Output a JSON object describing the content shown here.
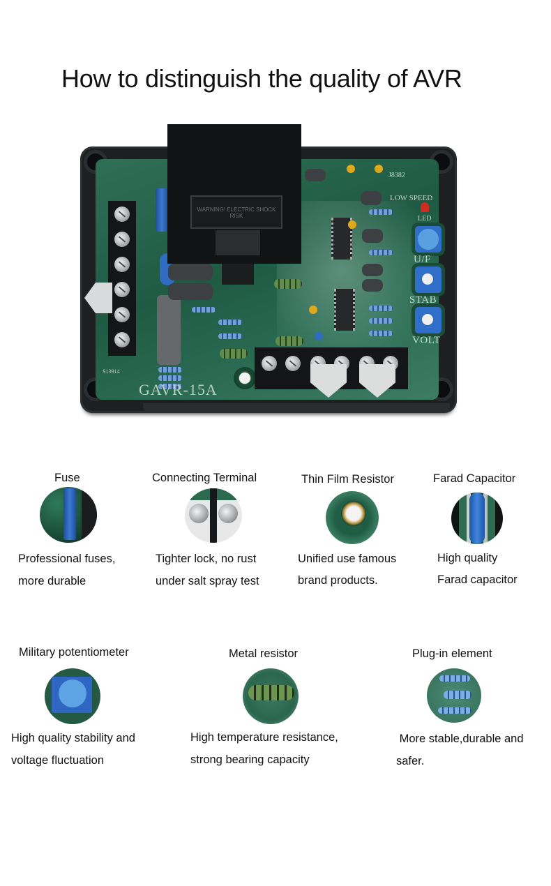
{
  "page": {
    "title": "How to distinguish the quality of AVR"
  },
  "product": {
    "model_label": "GAVR-15A",
    "warning_label": "WARNING! ELECTRIC SHOCK RISK",
    "silkscreen": {
      "low_speed": "LOW SPEED",
      "led": "LED",
      "uf": "U/F",
      "stab": "STAB",
      "volt": "VOLT",
      "board_code": "J8382",
      "serial": "S13914"
    },
    "colors": {
      "pcb_green": "#2a6a52",
      "case_black": "#1d1f20",
      "potentiometer_blue": "#2f6ec9",
      "led_red": "#d12a1f"
    }
  },
  "features_row1": [
    {
      "title": "Fuse",
      "icon": "fuse-icon",
      "desc_line1": "Professional fuses,",
      "desc_line2": "more durable"
    },
    {
      "title": "Connecting Terminal",
      "icon": "terminal-icon",
      "desc_line1": "Tighter lock, no rust",
      "desc_line2": "under salt spray test"
    },
    {
      "title": "Thin Film Resistor",
      "icon": "thin-film-resistor-icon",
      "desc_line1": "Unified use famous",
      "desc_line2": "brand products."
    },
    {
      "title": "Farad Capacitor",
      "icon": "farad-capacitor-icon",
      "desc_line1": "High quality",
      "desc_line2": "Farad capacitor"
    }
  ],
  "features_row2": [
    {
      "title": "Military potentiometer",
      "icon": "potentiometer-icon",
      "desc_line1": "High quality stability and",
      "desc_line2": "voltage fluctuation"
    },
    {
      "title": "Metal resistor",
      "icon": "metal-resistor-icon",
      "desc_line1": "High temperature resistance,",
      "desc_line2": "strong bearing capacity"
    },
    {
      "title": "Plug-in element",
      "icon": "plug-in-element-icon",
      "desc_line1": " More stable,durable and",
      "desc_line2": "safer."
    }
  ]
}
